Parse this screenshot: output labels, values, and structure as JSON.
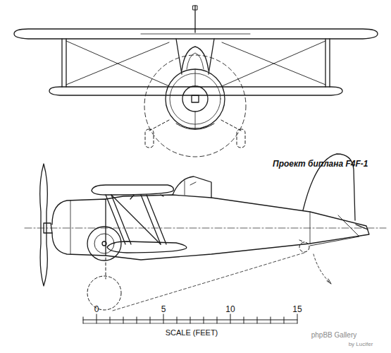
{
  "diagram": {
    "labels": [
      "Проект биплана F4F-1",
      "0",
      "5",
      "10",
      "15",
      "SCALE (FEET)",
      "phpBB Gallery",
      "by Lucifer"
    ]
  }
}
